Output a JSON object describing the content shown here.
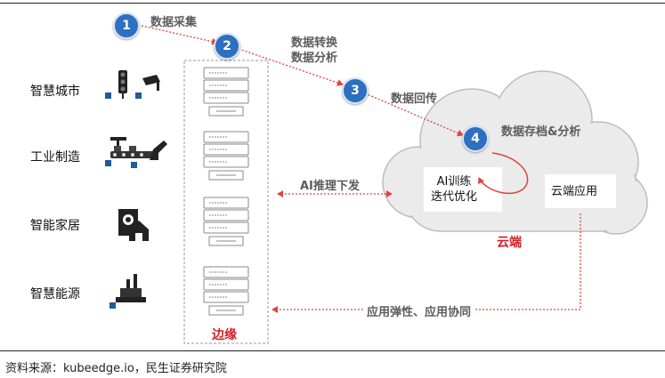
{
  "steps": {
    "s1": {
      "num": "1",
      "label": "数据采集"
    },
    "s2": {
      "num": "2",
      "label_line1": "数据转换",
      "label_line2": "数据分析"
    },
    "s3": {
      "num": "3",
      "label": "数据回传"
    },
    "s4": {
      "num": "4",
      "label": "数据存档&分析"
    }
  },
  "scenarios": [
    "智慧城市",
    "工业制造",
    "智能家居",
    "智慧能源"
  ],
  "edge": {
    "label": "边缘"
  },
  "cloud": {
    "label": "云端",
    "ai_box_line1": "AI训练",
    "ai_box_line2": "迭代优化",
    "app_box": "云端应用"
  },
  "flows": {
    "inference": "AI推理下发",
    "elasticity": "应用弹性、应用协同"
  },
  "source": "资料来源：kubeedge.io，民生证券研究院",
  "colors": {
    "step_blue": "#2d6fc0",
    "dotted_red": "#e0443c",
    "edge_red": "#d0202a",
    "cloud_gray": "#ececec"
  }
}
